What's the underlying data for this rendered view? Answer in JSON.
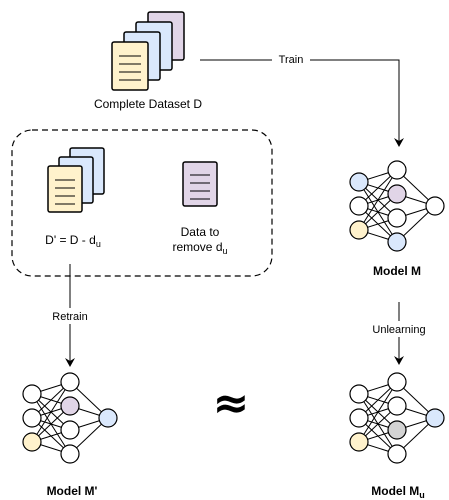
{
  "colors": {
    "stroke": "#000000",
    "doc_front_yellow": "#FFF2CC",
    "doc_blue": "#DAE8FC",
    "doc_purple": "#E1D5E7",
    "node_blue": "#DAE8FC",
    "node_purple": "#E1D5E7",
    "node_yellow": "#FFF2CC",
    "node_gray": "#D3D3D3"
  },
  "labels": {
    "complete_dataset": "Complete Dataset D",
    "train": "Train",
    "retrain": "Retrain",
    "unlearning": "Unlearning",
    "d_prime_main": "D' = D - d",
    "d_prime_sub": "u",
    "remove_line1": "Data to",
    "remove_line2_main": "remove d",
    "remove_line2_sub": "u",
    "model_m": "Model M",
    "model_m_prime": "Model M'",
    "model_mu_main": "Model M",
    "model_mu_sub": "u",
    "approx_symbol": "≈"
  }
}
